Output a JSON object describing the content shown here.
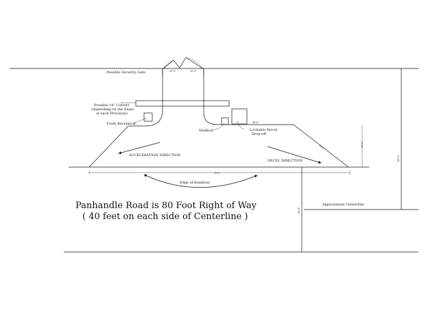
{
  "labels": {
    "security_gate": "Possible Security Gate",
    "culvert_line1": "Possible 18\" Culvert",
    "culvert_line2": "(depending on the Slope",
    "culvert_line3": "at each Driveway)",
    "trash": "Trash Receptical",
    "mailbox": "Mailbox",
    "parcel_line1": "Lockable Parcel",
    "parcel_line2": "Drop-off",
    "accel": "ACCELERATION DIRECTION",
    "decel": "DECEL DIRECTION",
    "edge": "Edge of Roadway",
    "centerline": "Approximate Centerline"
  },
  "notes": {
    "line1": "Panhandle Road is 80 Foot Right of Way",
    "line2": "( 40 feet on each side of Centerline )"
  },
  "dims": {
    "gate_left": "20'-0\"",
    "gate_right": "20'-0\"",
    "drive_top": "96'-0\"",
    "taper": "30'-0\"",
    "flare_height": "30'-0\"",
    "road_width": "76'-0\"",
    "right_vertical": "40'-0\"",
    "center_vertical": "40'-0\""
  }
}
